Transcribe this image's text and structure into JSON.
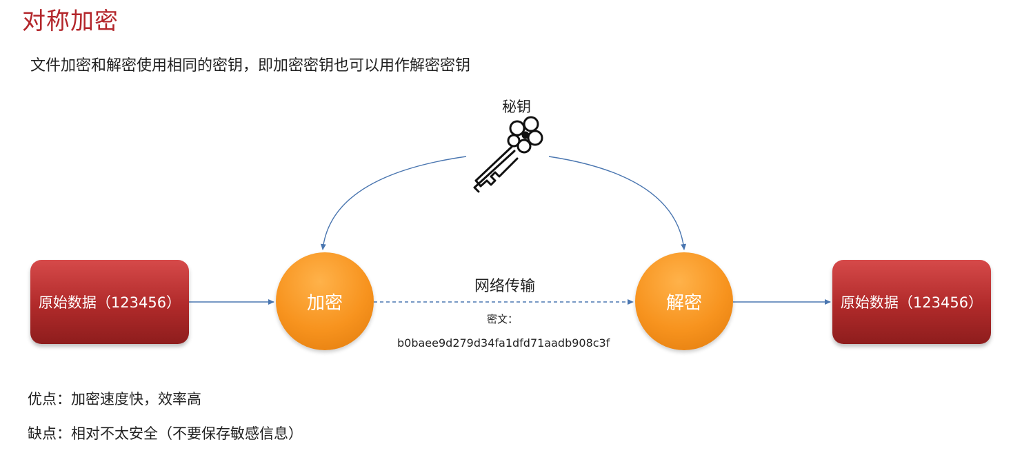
{
  "title": "对称加密",
  "subtitle": "文件加密和解密使用相同的密钥，即加密密钥也可以用作解密密钥",
  "key": {
    "label": "秘钥",
    "icon": "key-icon"
  },
  "nodes": {
    "source": "原始数据（123456）",
    "encrypt": "加密",
    "decrypt": "解密",
    "target": "原始数据（123456）"
  },
  "transport": {
    "label": "网络传输",
    "cipher_label": "密文：",
    "cipher_value": "b0baee9d279d34fa1dfd71aadb908c3f"
  },
  "notes": {
    "pros": "优点：加密速度快，效率高",
    "cons": "缺点：相对不太安全（不要保存敏感信息）"
  },
  "colors": {
    "title": "#b3262b",
    "box": "#b02a2a",
    "circle": "#f7931e",
    "arrow": "#4a76b0"
  }
}
